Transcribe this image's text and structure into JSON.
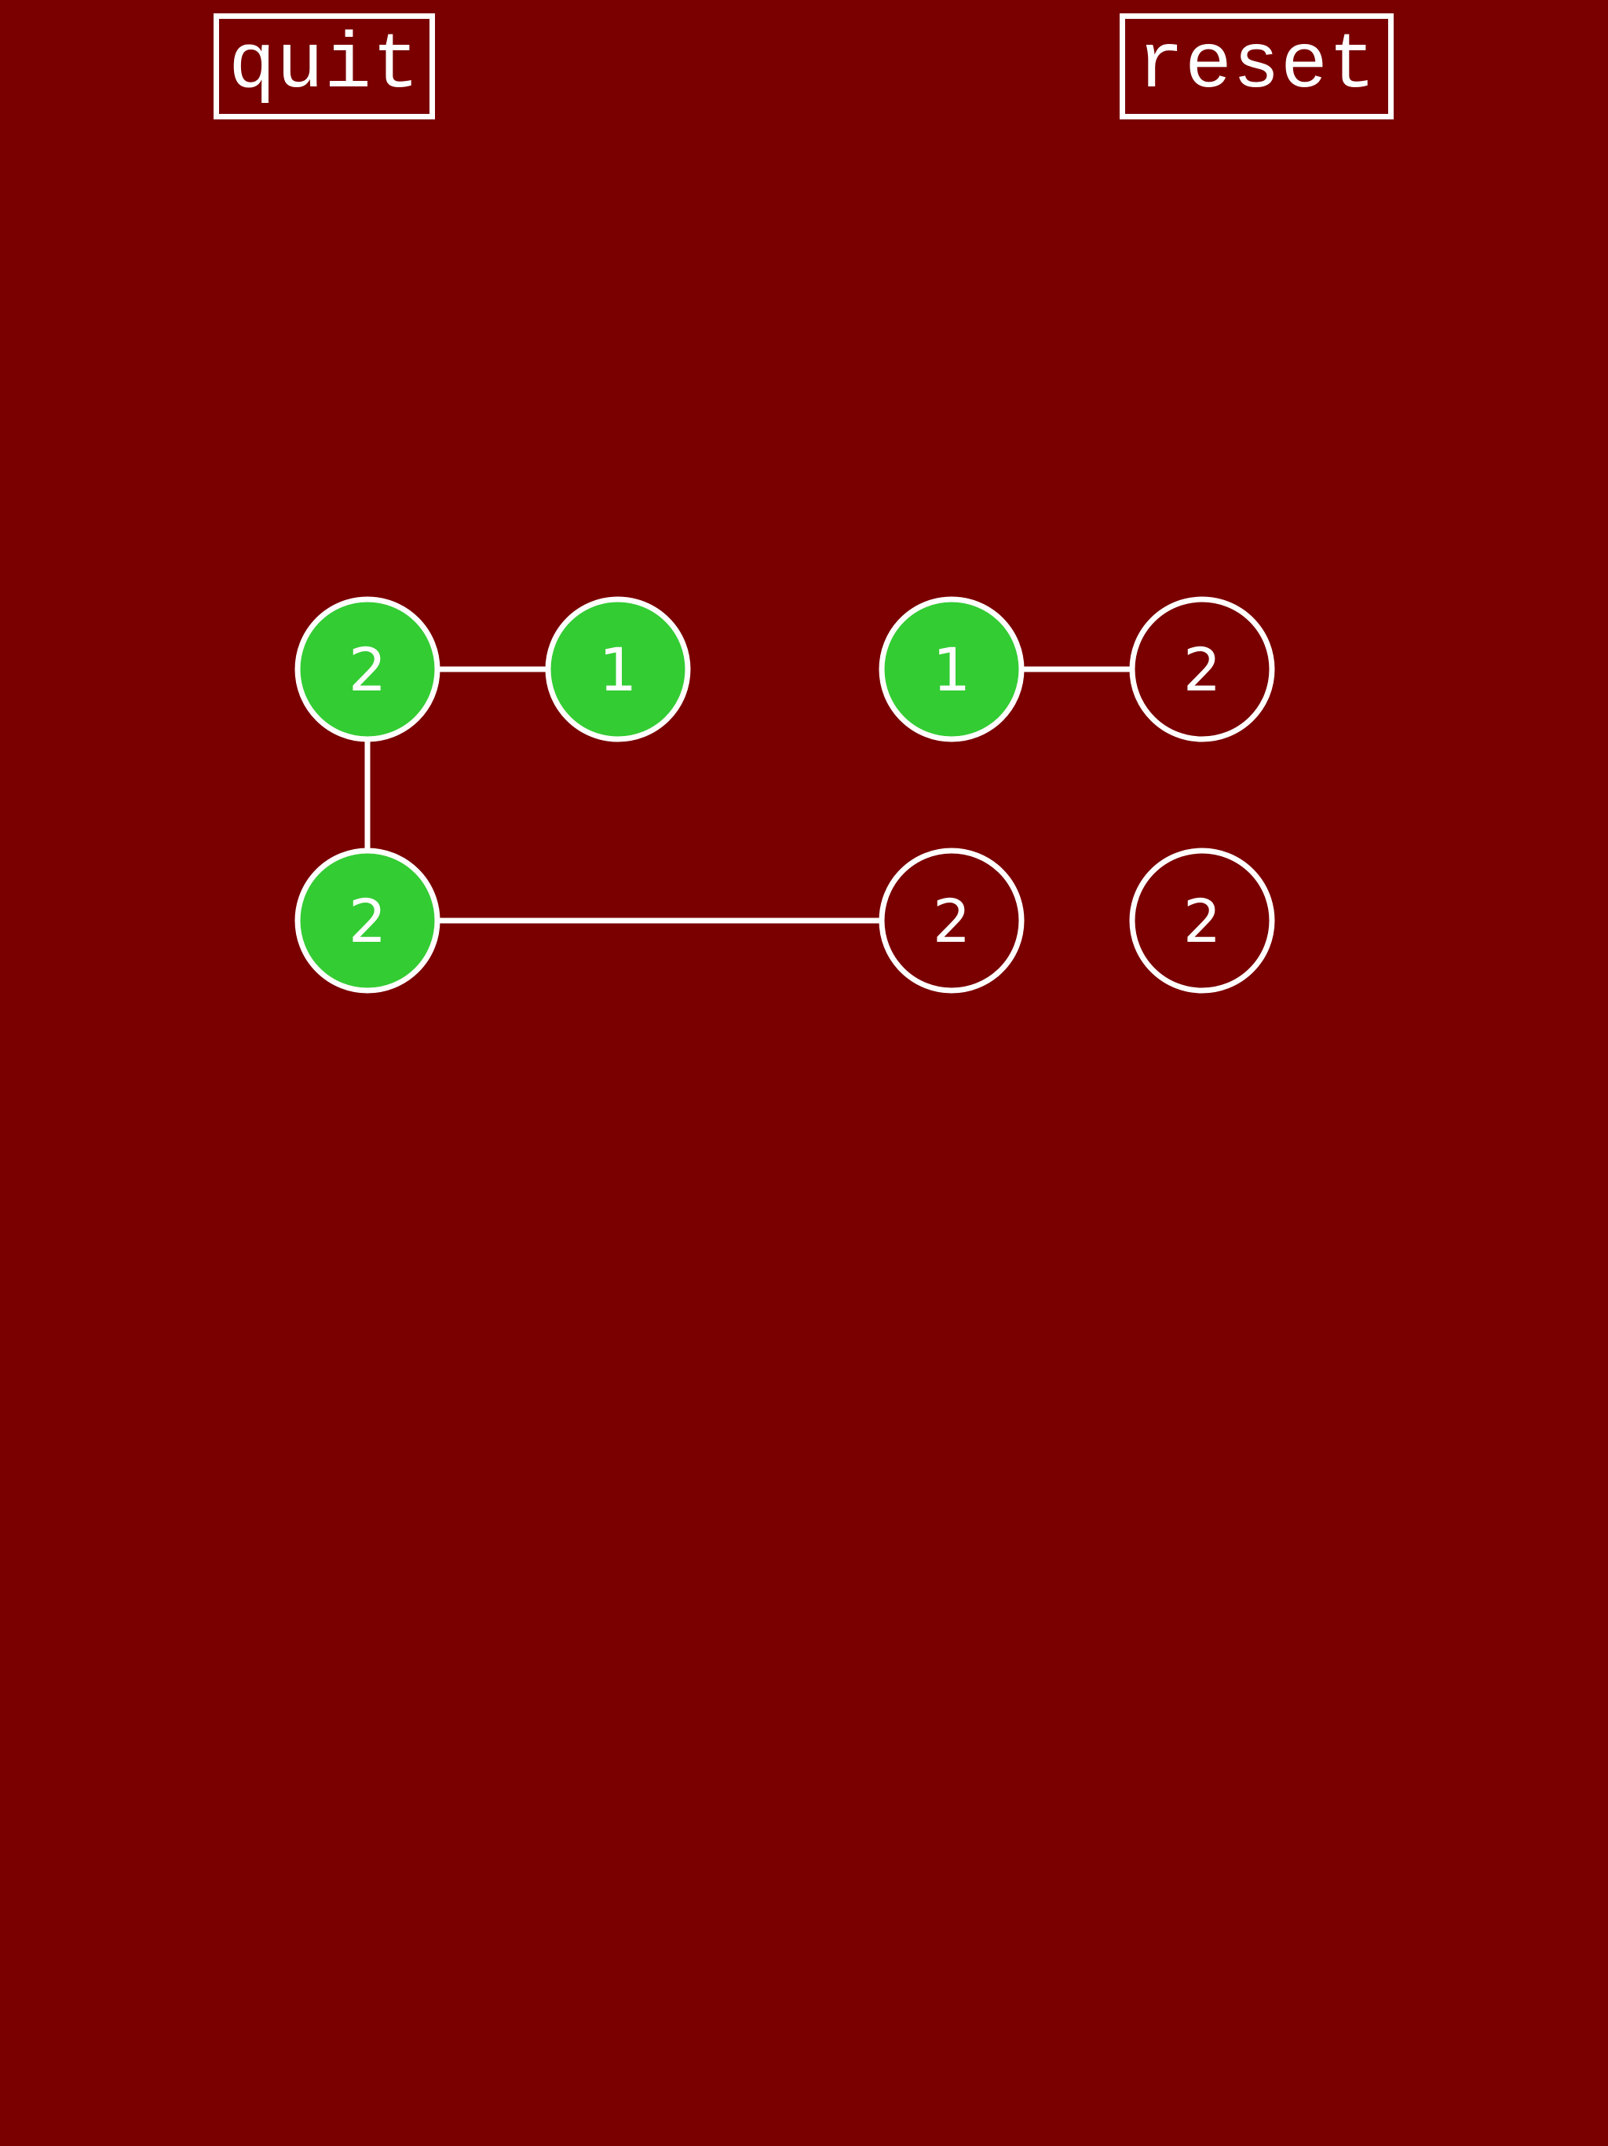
{
  "buttons": {
    "quit_label": "quit",
    "reset_label": "reset"
  },
  "colors": {
    "background": "#7a0000",
    "line": "#ffffff",
    "node_filled": "#33cc33",
    "text": "#ffffff"
  },
  "puzzle": {
    "nodes": [
      {
        "id": "n1",
        "row": 0,
        "col": 0,
        "value": "2",
        "filled": true
      },
      {
        "id": "n2",
        "row": 0,
        "col": 1,
        "value": "1",
        "filled": true
      },
      {
        "id": "n3",
        "row": 0,
        "col": 2,
        "value": "1",
        "filled": true
      },
      {
        "id": "n4",
        "row": 0,
        "col": 3,
        "value": "2",
        "filled": false
      },
      {
        "id": "n5",
        "row": 1,
        "col": 0,
        "value": "2",
        "filled": true
      },
      {
        "id": "n6",
        "row": 1,
        "col": 2,
        "value": "2",
        "filled": false
      },
      {
        "id": "n7",
        "row": 1,
        "col": 3,
        "value": "2",
        "filled": false
      }
    ],
    "edges": [
      {
        "from": "n1",
        "to": "n2"
      },
      {
        "from": "n3",
        "to": "n4"
      },
      {
        "from": "n1",
        "to": "n5"
      },
      {
        "from": "n5",
        "to": "n6"
      }
    ]
  }
}
